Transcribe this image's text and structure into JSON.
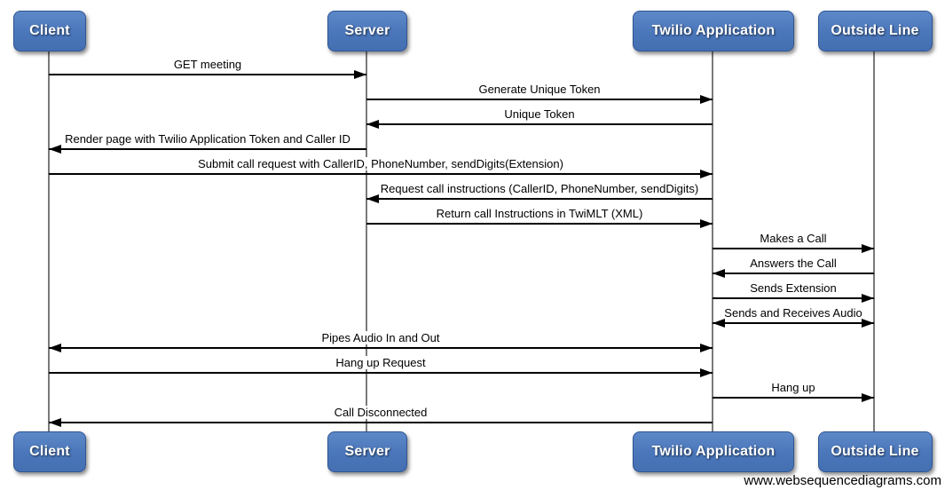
{
  "diagram": {
    "watermark": "www.websequencediagrams.com",
    "actors": [
      {
        "label": "Client"
      },
      {
        "label": "Server"
      },
      {
        "label": "Twilio Application"
      },
      {
        "label": "Outside Line"
      }
    ],
    "messages": [
      {
        "label": "GET meeting",
        "from": 0,
        "to": 1,
        "direction": "right"
      },
      {
        "label": "Generate Unique Token",
        "from": 1,
        "to": 2,
        "direction": "right"
      },
      {
        "label": "Unique Token",
        "from": 2,
        "to": 1,
        "direction": "left"
      },
      {
        "label": "Render page with Twilio Application Token and Caller ID",
        "from": 1,
        "to": 0,
        "direction": "left"
      },
      {
        "label": "Submit call request with CallerID, PhoneNumber, sendDigits(Extension)",
        "from": 0,
        "to": 2,
        "direction": "right"
      },
      {
        "label": "Request call instructions (CallerID, PhoneNumber, sendDigits)",
        "from": 2,
        "to": 1,
        "direction": "left"
      },
      {
        "label": "Return call Instructions in TwiMLT (XML)",
        "from": 1,
        "to": 2,
        "direction": "right"
      },
      {
        "label": "Makes a Call",
        "from": 2,
        "to": 3,
        "direction": "right"
      },
      {
        "label": "Answers the Call",
        "from": 3,
        "to": 2,
        "direction": "left"
      },
      {
        "label": "Sends Extension",
        "from": 2,
        "to": 3,
        "direction": "right"
      },
      {
        "label": "Sends and Receives Audio",
        "from": 2,
        "to": 3,
        "direction": "both"
      },
      {
        "label": "Pipes Audio In and Out",
        "from": 0,
        "to": 2,
        "direction": "both"
      },
      {
        "label": "Hang up Request",
        "from": 0,
        "to": 2,
        "direction": "right"
      },
      {
        "label": "Hang up",
        "from": 2,
        "to": 3,
        "direction": "right"
      },
      {
        "label": "Call Disconnected",
        "from": 2,
        "to": 0,
        "direction": "left"
      }
    ],
    "colors": {
      "actor_fill": "#4a76ba",
      "actor_fill_light": "#5d88c8",
      "actor_border": "#2f5693",
      "actor_text": "#ffffff",
      "lifeline": "#7a7a7a",
      "arrow": "#000000",
      "label_text": "#000000"
    }
  }
}
